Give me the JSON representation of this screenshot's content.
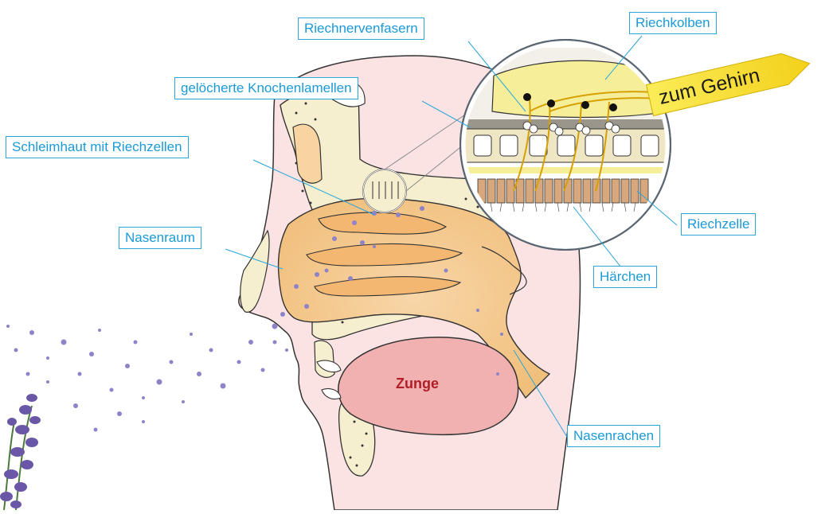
{
  "labels": {
    "riechnervenfasern": "Riechnervenfasern",
    "riechkolben": "Riechkolben",
    "knochenlamellen": "gelöcherte Knochenlamellen",
    "schleimhaut": "Schleimhaut mit Riechzellen",
    "nasenraum": "Nasenraum",
    "riechzelle": "Riechzelle",
    "haerchen": "Härchen",
    "nasenrachen": "Nasenrachen",
    "zunge": "Zunge",
    "zum_gehirn": "zum Gehirn"
  },
  "colors": {
    "label_text": "#1b9ad6",
    "label_border": "#2aa6dc",
    "tongue_text": "#b01e2a",
    "skin": "#fbe3e4",
    "cavity": "#f5c98c",
    "bone": "#f6efcf",
    "olfactory_bulb": "#f7ee9a",
    "arrow": "#f6e03a",
    "scent_particles": "#8e83c8",
    "lavender": "#6b57a8"
  }
}
